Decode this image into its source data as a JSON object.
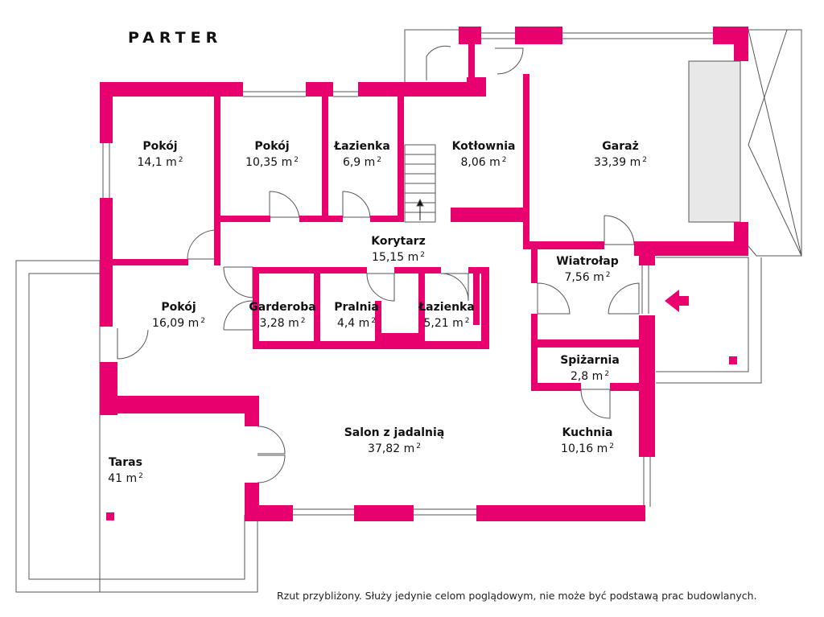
{
  "floor_title": "PARTER",
  "area_unit": "m",
  "area_exponent": "2",
  "colors": {
    "wall": "#e8006f",
    "outline": "#555555",
    "stair_fill": "#e8e8e8",
    "text": "#111111"
  },
  "rooms": [
    {
      "id": "pokoj-1",
      "name": "Pokój",
      "area": "14,1"
    },
    {
      "id": "pokoj-2",
      "name": "Pokój",
      "area": "10,35"
    },
    {
      "id": "lazienka-1",
      "name": "Łazienka",
      "area": "6,9"
    },
    {
      "id": "kotlownia",
      "name": "Kotłownia",
      "area": "8,06"
    },
    {
      "id": "garaz",
      "name": "Garaż",
      "area": "33,39"
    },
    {
      "id": "korytarz",
      "name": "Korytarz",
      "area": "15,15"
    },
    {
      "id": "wiatrolap",
      "name": "Wiatrołap",
      "area": "7,56"
    },
    {
      "id": "pokoj-3",
      "name": "Pokój",
      "area": "16,09"
    },
    {
      "id": "garderoba",
      "name": "Garderoba",
      "area": "3,28"
    },
    {
      "id": "pralnia",
      "name": "Pralnia",
      "area": "4,4"
    },
    {
      "id": "lazienka-2",
      "name": "Łazienka",
      "area": "5,21"
    },
    {
      "id": "spizarnia",
      "name": "Spiżarnia",
      "area": "2,8"
    },
    {
      "id": "salon",
      "name": "Salon z jadalnią",
      "area": "37,82"
    },
    {
      "id": "kuchnia",
      "name": "Kuchnia",
      "area": "10,16"
    },
    {
      "id": "taras",
      "name": "Taras",
      "area": "41"
    }
  ],
  "disclaimer": "Rzut przybliżony. Służy jedynie celom poglądowym, nie może być podstawą prac budowlanych."
}
